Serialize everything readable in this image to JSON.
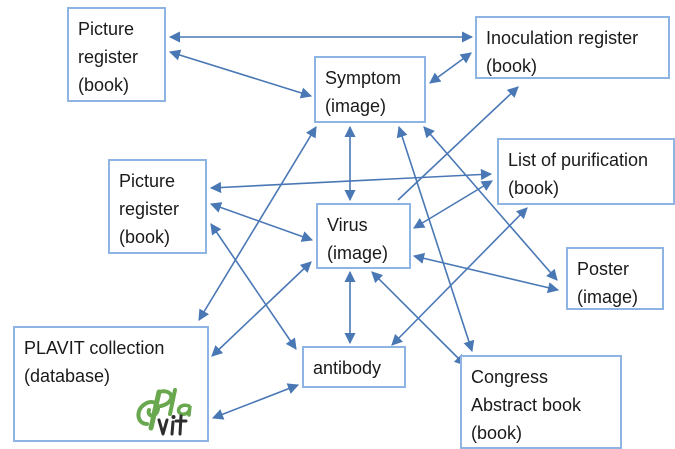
{
  "nodes": [
    {
      "id": "picture-register-1",
      "lines": [
        "Picture",
        "register",
        "(book)"
      ]
    },
    {
      "id": "inoculation-register",
      "lines": [
        "Inoculation register",
        "(book)"
      ]
    },
    {
      "id": "symptom",
      "lines": [
        "Symptom",
        "(image)"
      ]
    },
    {
      "id": "picture-register-2",
      "lines": [
        "Picture",
        "register",
        "(book)"
      ]
    },
    {
      "id": "list-purification",
      "lines": [
        "List of purification",
        "(book)"
      ]
    },
    {
      "id": "virus",
      "lines": [
        "Virus",
        "(image)"
      ]
    },
    {
      "id": "poster",
      "lines": [
        "Poster",
        "(image)"
      ]
    },
    {
      "id": "plavit",
      "lines": [
        "PLAVIT collection",
        "(database)"
      ],
      "logo_text": "Pla vit"
    },
    {
      "id": "antibody",
      "lines": [
        "antibody"
      ]
    },
    {
      "id": "congress",
      "lines": [
        "Congress",
        "Abstract book",
        "(book)"
      ]
    }
  ],
  "edges": [
    {
      "from": "picture-register-1",
      "to": "inoculation-register",
      "arrows": "both"
    },
    {
      "from": "picture-register-1",
      "to": "symptom",
      "arrows": "both"
    },
    {
      "from": "inoculation-register",
      "to": "symptom",
      "arrows": "both"
    },
    {
      "from": "symptom",
      "to": "virus",
      "arrows": "both"
    },
    {
      "from": "symptom",
      "to": "poster",
      "arrows": "both"
    },
    {
      "from": "symptom",
      "to": "congress",
      "arrows": "both"
    },
    {
      "from": "symptom",
      "to": "plavit",
      "arrows": "both"
    },
    {
      "from": "virus",
      "to": "inoculation-register",
      "arrows": "end"
    },
    {
      "from": "picture-register-2",
      "to": "list-purification",
      "arrows": "both"
    },
    {
      "from": "picture-register-2",
      "to": "virus",
      "arrows": "both"
    },
    {
      "from": "picture-register-2",
      "to": "antibody",
      "arrows": "both"
    },
    {
      "from": "virus",
      "to": "list-purification",
      "arrows": "both"
    },
    {
      "from": "virus",
      "to": "poster",
      "arrows": "both"
    },
    {
      "from": "virus",
      "to": "antibody",
      "arrows": "both"
    },
    {
      "from": "virus",
      "to": "congress",
      "arrows": "both"
    },
    {
      "from": "plavit",
      "to": "virus",
      "arrows": "both"
    },
    {
      "from": "plavit",
      "to": "antibody",
      "arrows": "both"
    },
    {
      "from": "list-purification",
      "to": "antibody",
      "arrows": "both"
    }
  ],
  "colors": {
    "edge": "#4a78b5",
    "node_border": "#8eb4e3",
    "logo_green": "#6aa84f",
    "logo_dark": "#2d2d2d"
  }
}
